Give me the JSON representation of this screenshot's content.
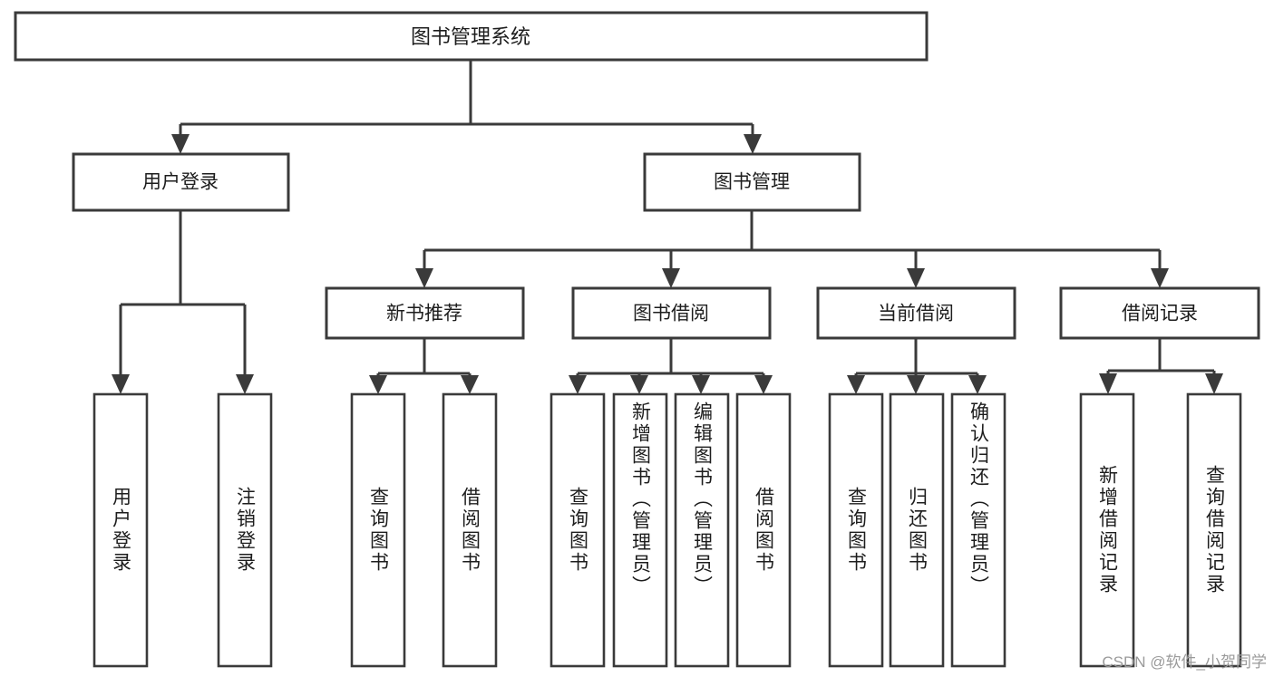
{
  "diagram": {
    "type": "tree",
    "title": "图书管理系统",
    "watermark": "CSDN @软件_小贺同学",
    "colors": {
      "stroke": "#3a3a3a",
      "box_fill": "#ffffff",
      "text": "#1d1d1d",
      "watermark": "#9a9a9a",
      "background": "#ffffff"
    },
    "nodes": {
      "root": {
        "label": "图书管理系统",
        "level": 1
      },
      "l2": [
        {
          "id": "user-login",
          "label": "用户登录",
          "level": 2
        },
        {
          "id": "book-manage",
          "label": "图书管理",
          "level": 2
        }
      ],
      "l3": [
        {
          "id": "new-book-recommend",
          "label": "新书推荐",
          "level": 3,
          "parent": "book-manage"
        },
        {
          "id": "book-borrow",
          "label": "图书借阅",
          "level": 3,
          "parent": "book-manage"
        },
        {
          "id": "current-borrow",
          "label": "当前借阅",
          "level": 3,
          "parent": "book-manage"
        },
        {
          "id": "borrow-record",
          "label": "借阅记录",
          "level": 3,
          "parent": "book-manage"
        }
      ],
      "leaves": [
        {
          "id": "leaf-user-login",
          "label": "用户登录",
          "parent": "user-login",
          "align": "middle"
        },
        {
          "id": "leaf-logout-login",
          "label": "注销登录",
          "parent": "user-login",
          "align": "middle"
        },
        {
          "id": "leaf-query-book-1",
          "label": "查询图书",
          "parent": "new-book-recommend",
          "align": "middle"
        },
        {
          "id": "leaf-borrow-book-1",
          "label": "借阅图书",
          "parent": "new-book-recommend",
          "align": "middle"
        },
        {
          "id": "leaf-query-book-2",
          "label": "查询图书",
          "parent": "book-borrow",
          "align": "middle"
        },
        {
          "id": "leaf-add-book",
          "label": "新增图书（管理员）",
          "parent": "book-borrow",
          "align": "top"
        },
        {
          "id": "leaf-edit-book",
          "label": "编辑图书（管理员）",
          "parent": "book-borrow",
          "align": "top"
        },
        {
          "id": "leaf-borrow-book-2",
          "label": "借阅图书",
          "parent": "book-borrow",
          "align": "middle"
        },
        {
          "id": "leaf-query-book-3",
          "label": "查询图书",
          "parent": "current-borrow",
          "align": "middle"
        },
        {
          "id": "leaf-return-book",
          "label": "归还图书",
          "parent": "current-borrow",
          "align": "middle"
        },
        {
          "id": "leaf-confirm-return",
          "label": "确认归还（管理员）",
          "parent": "current-borrow",
          "align": "top"
        },
        {
          "id": "leaf-add-record",
          "label": "新增借阅记录",
          "parent": "borrow-record",
          "align": "middle"
        },
        {
          "id": "leaf-query-record",
          "label": "查询借阅记录",
          "parent": "borrow-record",
          "align": "middle"
        }
      ]
    }
  }
}
